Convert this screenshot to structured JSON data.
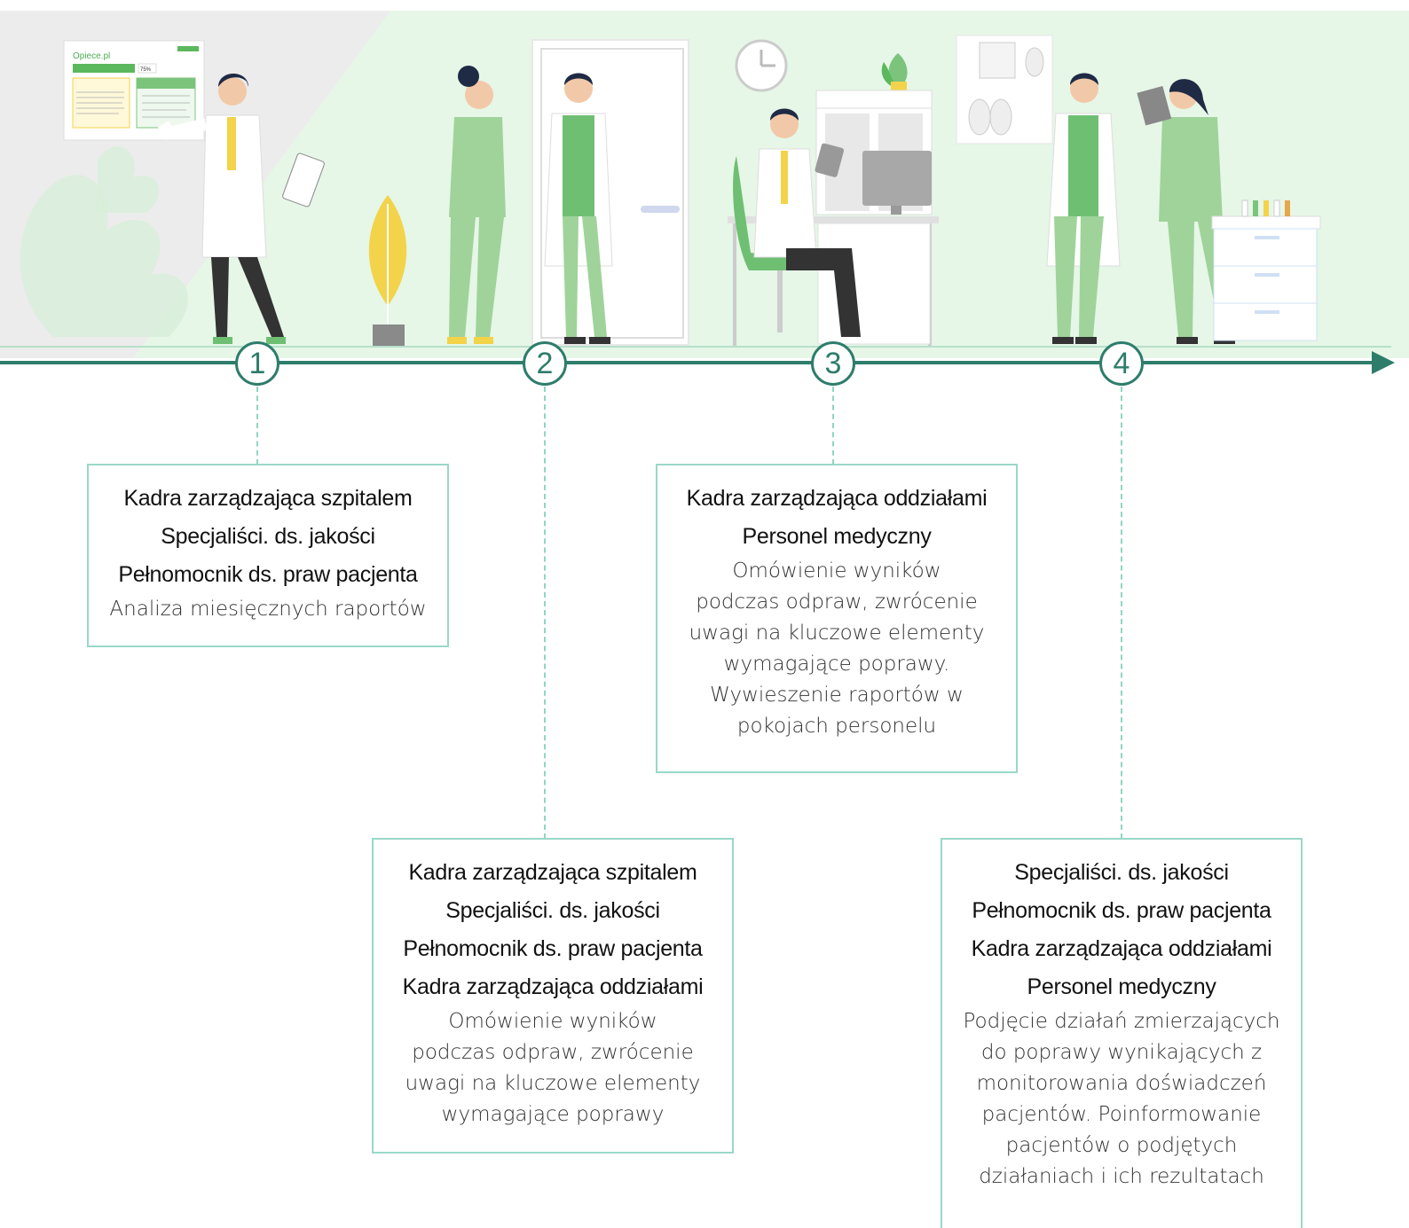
{
  "illustration": {
    "report_logo": "Opiece.pl",
    "report_percent": "75%",
    "colors": {
      "accent": "#2e7d6b",
      "box_border": "#9ad8c8",
      "background_tint": "#e6f6e7",
      "scrubs": "#9fd39a",
      "yellow": "#f3d34a"
    }
  },
  "timeline": {
    "steps": [
      {
        "number": "1",
        "roles": [
          "Kadra zarządzająca szpitalem",
          "Specjaliści. ds. jakości",
          "Pełnomocnik ds. praw pacjenta"
        ],
        "description": "Analiza miesięcznych raportów"
      },
      {
        "number": "2",
        "roles": [
          "Kadra zarządzająca szpitalem",
          "Specjaliści. ds. jakości",
          "Pełnomocnik ds. praw pacjenta",
          "Kadra zarządzająca oddziałami"
        ],
        "description": "Omówienie wyników podczas odpraw, zwrócenie uwagi na kluczowe elementy wymagające poprawy"
      },
      {
        "number": "3",
        "roles": [
          "Kadra zarządzająca oddziałami",
          "Personel medyczny"
        ],
        "description": "Omówienie wyników podczas odpraw, zwrócenie uwagi na kluczowe elementy wymagające poprawy. Wywieszenie raportów w pokojach personelu"
      },
      {
        "number": "4",
        "roles": [
          "Specjaliści. ds. jakości",
          "Pełnomocnik ds. praw pacjenta",
          "Kadra zarządzająca oddziałami",
          "Personel medyczny"
        ],
        "description": "Podjęcie działań zmierzających do poprawy wynikających z monitorowania doświadczeń pacjentów. Poinformowanie pacjentów o podjętych działaniach i ich rezultatach"
      }
    ]
  }
}
